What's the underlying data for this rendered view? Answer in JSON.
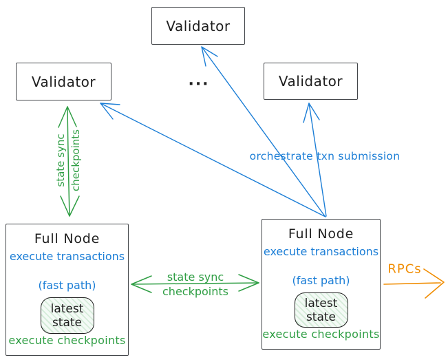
{
  "palette": {
    "ink": "#1e1e1e",
    "blue": "#1c7ed6",
    "green": "#2f9e44",
    "orange": "#f08c00",
    "box_border": "#43464a"
  },
  "validators": [
    {
      "id": "top",
      "label": "Validator"
    },
    {
      "id": "left",
      "label": "Validator"
    },
    {
      "id": "right",
      "label": "Validator"
    }
  ],
  "ellipsis": "...",
  "full_nodes": [
    {
      "id": "left",
      "title": "Full Node",
      "blue_line1": "execute transactions",
      "blue_line2": "(fast path)",
      "state_line1": "latest",
      "state_line2": "state",
      "footer": "execute checkpoints"
    },
    {
      "id": "right",
      "title": "Full Node",
      "blue_line1": "execute transactions",
      "blue_line2": "(fast path)",
      "state_line1": "latest",
      "state_line2": "state",
      "footer": "execute checkpoints"
    }
  ],
  "edge_labels": {
    "vertical_state_sync": {
      "line1": "state sync",
      "line2": "checkpoints"
    },
    "horizontal_state_sync": {
      "line1": "state sync",
      "line2": "checkpoints"
    },
    "orchestrate": "orchestrate txn submission",
    "rpcs": "RPCs"
  }
}
